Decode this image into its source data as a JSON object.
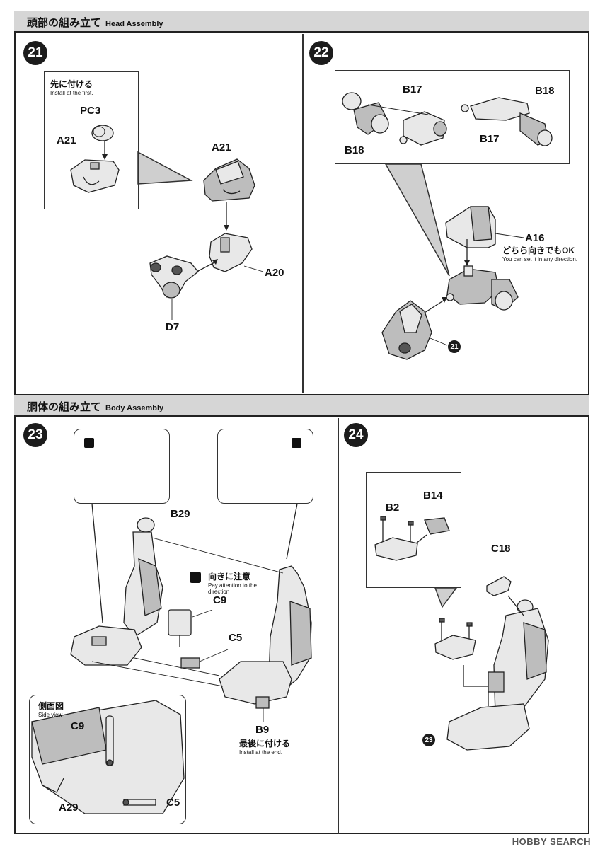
{
  "sections": [
    {
      "title_jp": "頭部の組み立て",
      "title_en": "Head Assembly"
    },
    {
      "title_jp": "胴体の組み立て",
      "title_en": "Body Assembly"
    }
  ],
  "steps": {
    "s21": {
      "number": "21",
      "callout_note_jp": "先に付ける",
      "callout_note_en": "Install at the first.",
      "callout_parts": [
        "PC3",
        "A21"
      ],
      "parts": [
        "A21",
        "A20",
        "D7"
      ]
    },
    "s22": {
      "number": "22",
      "callout_parts": [
        "B17",
        "B18",
        "B18",
        "B17"
      ],
      "part": "A16",
      "note_jp": "どちら向きでもOK",
      "note_en": "You can set it in any direction.",
      "ref": "21"
    },
    "s23": {
      "number": "23",
      "parts": [
        "B29",
        "C9",
        "C5",
        "B9"
      ],
      "attention_jp": "向きに注意",
      "attention_en": "Pay attention to the direction",
      "b9_note_jp": "最後に付ける",
      "b9_note_en": "Install at the end.",
      "side_view_jp": "側面図",
      "side_view_en": "Side view",
      "side_parts": [
        "C9",
        "A29",
        "C5"
      ]
    },
    "s24": {
      "number": "24",
      "callout_parts": [
        "B2",
        "B14"
      ],
      "part": "C18",
      "ref": "23"
    }
  },
  "watermark": "HOBBY SEARCH",
  "colors": {
    "section_bar": "#d6d6d6",
    "callout_fill": "#cfcfcf",
    "ink": "#1c1c1c"
  }
}
